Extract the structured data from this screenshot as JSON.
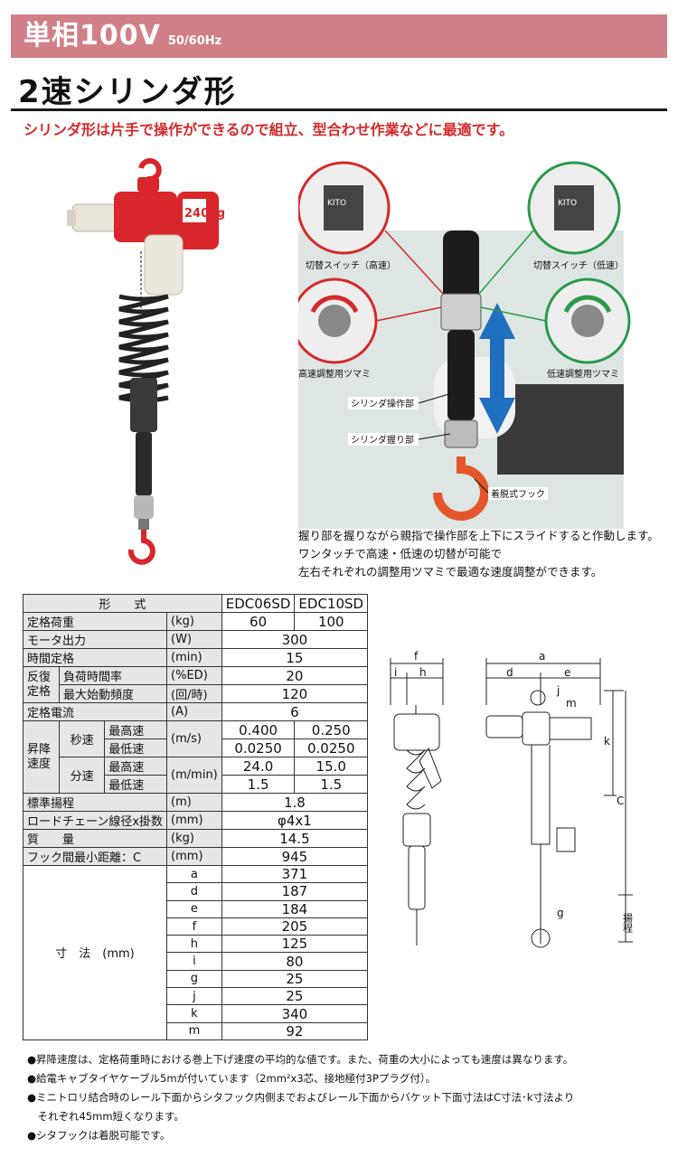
{
  "header": {
    "title": "単相100V",
    "freq": "50/60Hz"
  },
  "page_title": "2速シリンダ形",
  "lead": "シリンダ形は片手で操作ができるので組立、型合わせ作業などに最適です。",
  "photo_labels": {
    "switch_high": "切替スイッチ（高速）",
    "switch_low": "切替スイッチ（低速）",
    "knob_high": "高速調整用ツマミ",
    "knob_low": "低速調整用ツマミ",
    "cylinder_op": "シリンダ操作部",
    "cylinder_grip": "シリンダ握り部",
    "hook": "着脱式フック",
    "brand": "KITO",
    "capacity": "240kg"
  },
  "caption": [
    "握り部を握りながら親指で操作部を上下にスライドすると作動します。",
    "ワンタッチで高速・低速の切替が可能で",
    "左右それぞれの調整用ツマミで最適な速度調整ができます。"
  ],
  "spec": {
    "model_label": "形　　式",
    "models": [
      "EDC06SD",
      "EDC10SD"
    ],
    "rated_load": {
      "label": "定格荷重",
      "unit": "(kg)",
      "v1": "60",
      "v2": "100"
    },
    "motor": {
      "label": "モータ出力",
      "unit": "(W)",
      "v": "300"
    },
    "rating_time": {
      "label": "時間定格",
      "unit": "(min)",
      "v": "15"
    },
    "repeat_label": "反復定格",
    "duty": {
      "label": "負荷時間率",
      "unit": "(%ED)",
      "v": "20"
    },
    "starts": {
      "label": "最大始動頻度",
      "unit": "(回/時)",
      "v": "120"
    },
    "current": {
      "label": "定格電流",
      "unit": "(A)",
      "v": "6"
    },
    "speed_label": "昇降速度",
    "sec_label": "秒速",
    "min_label": "分速",
    "high": "最高速",
    "low": "最低速",
    "unit_ms": "(m/s)",
    "unit_mmin": "(m/min)",
    "sec_high": [
      "0.400",
      "0.250"
    ],
    "sec_low": [
      "0.0250",
      "0.0250"
    ],
    "min_high": [
      "24.0",
      "15.0"
    ],
    "min_low": [
      "1.5",
      "1.5"
    ],
    "lift": {
      "label": "標準揚程",
      "unit": "(m)",
      "v": "1.8"
    },
    "chain": {
      "label": "ロードチェーン線径x掛数",
      "unit": "(mm)",
      "v": "φ4x1"
    },
    "mass": {
      "label": "質　　量",
      "unit": "(kg)",
      "v": "14.5"
    },
    "hook_dist": {
      "label": "フック間最小距離：C",
      "unit": "(mm)",
      "v": "945"
    },
    "dim_label": "寸　法　(mm)",
    "dims": [
      {
        "k": "a",
        "v": "371"
      },
      {
        "k": "d",
        "v": "187"
      },
      {
        "k": "e",
        "v": "184"
      },
      {
        "k": "f",
        "v": "205"
      },
      {
        "k": "h",
        "v": "125"
      },
      {
        "k": "i",
        "v": "80"
      },
      {
        "k": "g",
        "v": "25"
      },
      {
        "k": "j",
        "v": "25"
      },
      {
        "k": "k",
        "v": "340"
      },
      {
        "k": "m",
        "v": "92"
      }
    ]
  },
  "drawing_labels": {
    "f": "f",
    "i": "i",
    "h": "h",
    "a": "a",
    "d": "d",
    "e": "e",
    "j": "j",
    "m": "m",
    "k": "k",
    "C": "C",
    "g": "g",
    "lift": "揚程"
  },
  "notes": [
    "●昇降速度は、定格荷重時における巻上下げ速度の平均的な値です。また、荷重の大小によっても速度は異なります。",
    "●給電キャブタイヤケーブル5mが付いています（2mm²x3芯、接地極付3Pプラグ付）。",
    "●ミニトロリ結合時のレール下面からシタフック内側までおよびレール下面からバケット下面寸法はC寸法･k寸法より",
    "　それぞれ45mm短くなります。",
    "●シタフックは着脱可能です。"
  ]
}
